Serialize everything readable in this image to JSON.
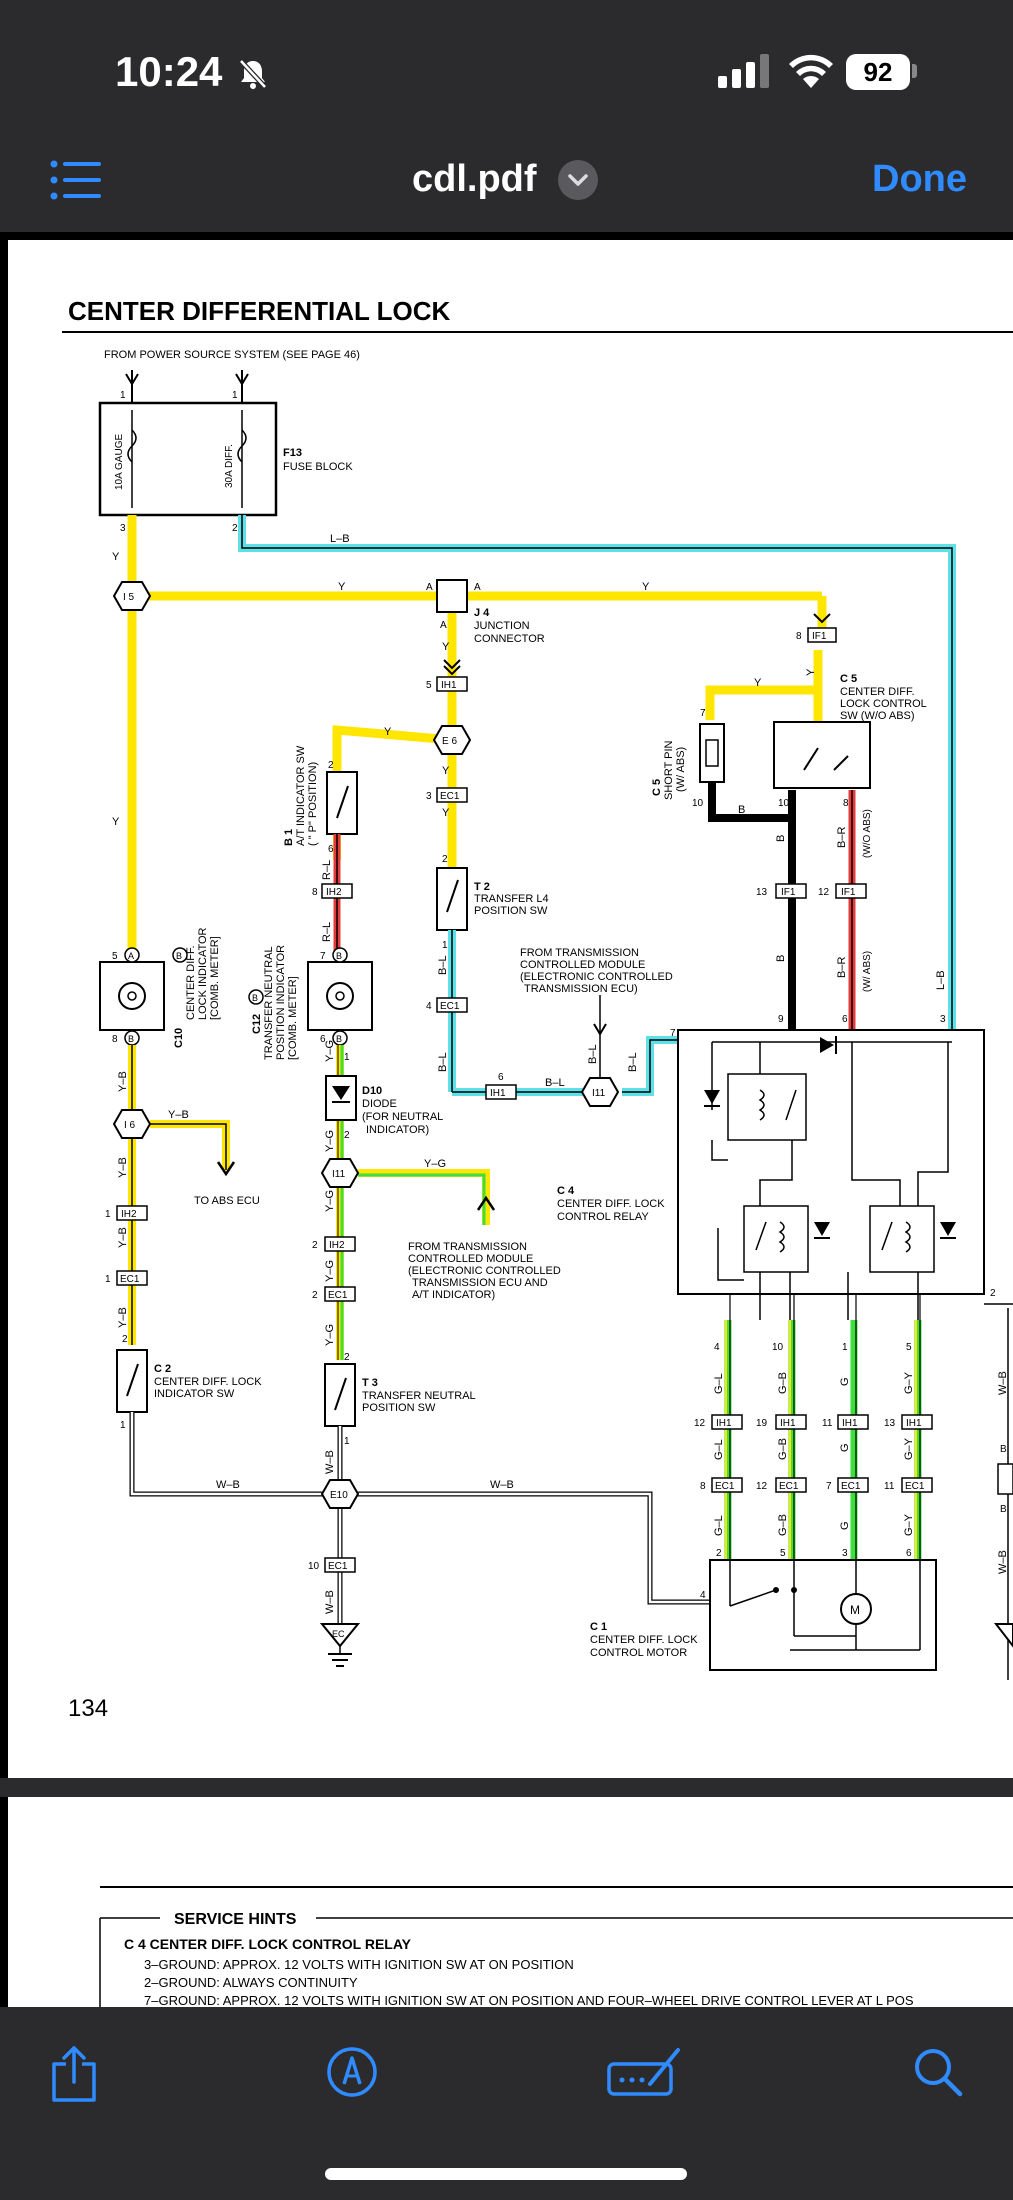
{
  "status_bar": {
    "time": "10:24",
    "battery": "92"
  },
  "nav": {
    "title": "cdl.pdf",
    "done_label": "Done"
  },
  "page": {
    "title": "CENTER DIFFERENTIAL LOCK",
    "page_number": "134",
    "from_power": "FROM POWER SOURCE SYSTEM (SEE PAGE 46)",
    "fuse_block_code": "F13",
    "fuse_block_name": "FUSE BLOCK",
    "fuse1": "10A GAUGE",
    "fuse2": "30A DIFF.",
    "j4_code": "J 4",
    "j4_name1": "JUNCTION",
    "j4_name2": "CONNECTOR",
    "c5_code": "C 5",
    "c5_line1": "CENTER DIFF.",
    "c5_line2": "LOCK CONTROL",
    "c5_line3": "SW (W/O ABS)",
    "c5_short": "C 5",
    "c5_short1": "SHORT PIN",
    "c5_short2": "(W/ ABS)",
    "b1_code": "B 1",
    "b1_line1": "A/T INDICATOR SW",
    "b1_line2": "( \" P\" POSITION)",
    "t2_code": "T 2",
    "t2_line1": "TRANSFER L4",
    "t2_line2": "POSITION SW",
    "from_tcm1": "FROM TRANSMISSION",
    "from_tcm2": "CONTROLLED MODULE",
    "from_tcm3": "(ELECTRONIC CONTROLLED",
    "from_tcm4": "TRANSMISSION ECU)",
    "c10_line1": "C10",
    "c10_line2": "CENTER DIFF.",
    "c10_line3": "LOCK INDICATOR",
    "c10_line4": "[COMB. METER]",
    "c12_line1": "C12",
    "c12_line2": "TRANSFER NEUTRAL",
    "c12_line3": "POSITION INDICATOR",
    "c12_line4": "[COMB. METER]",
    "d10_code": "D10",
    "d10_line1": "DIODE",
    "d10_line2": "(FOR NEUTRAL",
    "d10_line3": "INDICATOR)",
    "to_abs": "TO ABS ECU",
    "c4_code": "C 4",
    "c4_line1": "CENTER DIFF.  LOCK",
    "c4_line2": "CONTROL RELAY",
    "from_tcm_b1": "FROM TRANSMISSION",
    "from_tcm_b2": "CONTROLLED MODULE",
    "from_tcm_b3": "(ELECTRONIC CONTROLLED",
    "from_tcm_b4": "TRANSMISSION ECU AND",
    "from_tcm_b5": "A/T INDICATOR)",
    "c2_code": "C 2",
    "c2_line1": "CENTER DIFF.  LOCK",
    "c2_line2": "INDICATOR SW",
    "t3_code": "T 3",
    "t3_line1": "TRANSFER NEUTRAL",
    "t3_line2": "POSITION SW",
    "c1_code": "C 1",
    "c1_line1": "CENTER DIFF.  LOCK",
    "c1_line2": "CONTROL MOTOR",
    "wo_abs": "(W/O ABS)",
    "w_abs": "(W/ ABS)"
  },
  "service": {
    "heading": "SERVICE HINTS",
    "sub": "C 4  CENTER DIFF. LOCK CONTROL RELAY",
    "line1": "3–GROUND:  APPROX. 12 VOLTS WITH IGNITION SW AT ON POSITION",
    "line2": "2–GROUND:  ALWAYS CONTINUITY",
    "line3": "7–GROUND:  APPROX. 12 VOLTS WITH IGNITION SW AT ON POSITION AND FOUR–WHEEL DRIVE CONTROL LEVER AT L POS"
  },
  "colors": {
    "yellow": "#ffe600",
    "cyan": "#5ee0e8",
    "green": "#3dde3d",
    "red": "#e23b3b",
    "black": "#000000",
    "link": "#2f8bff"
  },
  "icons": [
    "list-icon",
    "chevron-down-icon",
    "share-icon",
    "markup-icon",
    "signature-icon",
    "search-icon",
    "bell-slash-icon",
    "signal-icon",
    "wifi-icon"
  ]
}
